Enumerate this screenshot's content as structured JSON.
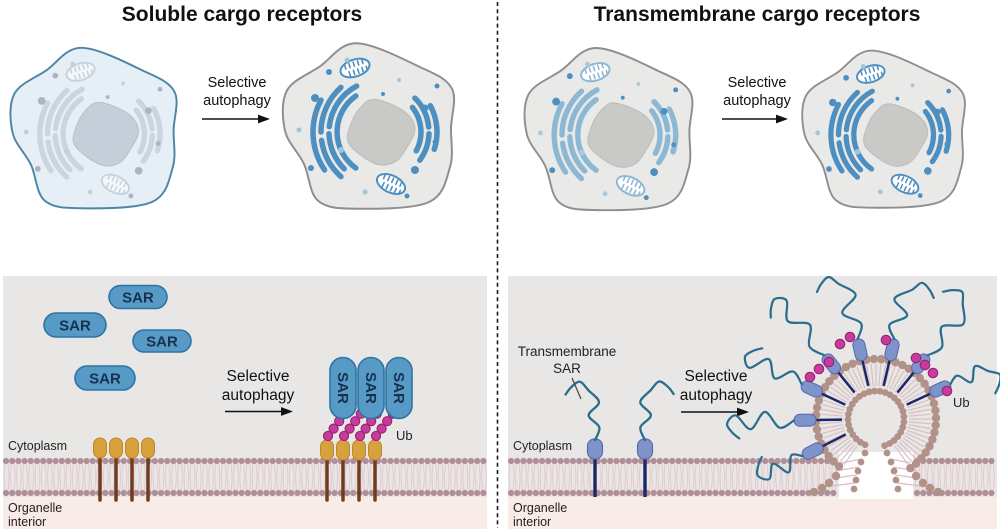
{
  "figure": {
    "left_panel_title": "Soluble cargo receptors",
    "right_panel_title": "Transmembrane cargo receptors"
  },
  "arrow_label": {
    "line1": "Selective",
    "line2": "autophagy"
  },
  "labels": {
    "sar": "SAR",
    "ub": "Ub",
    "cytoplasm": "Cytoplasm",
    "organelle_line1": "Organelle",
    "organelle_line2": "interior",
    "tm_line1": "Transmembrane",
    "tm_line2": "SAR"
  },
  "colors": {
    "cytoplasm_bg": "#e8e7e5",
    "organelle_bg": "#f9ece8",
    "sar_fill": "#579ac6",
    "sar_stroke": "#2e74a3",
    "sar_text": "#16324f",
    "ub_pink": "#c93a9c",
    "ub_stroke": "#8f2170",
    "receptor_orange": "#d7a13c",
    "receptor_stroke": "#bb862b",
    "receptor_stem": "#6f3d1d",
    "anchor_purple": "#7f93cb",
    "anchor_stroke": "#5a6eae",
    "navy": "#1a276b",
    "squiggle_teal": "#2a6d8e",
    "lipid_head": "#b18f98",
    "lipid_tail": "#e3c9cf",
    "bud_head": "#b29288",
    "bud_tail": "#d9bfc4",
    "cell_blue_fill": "#e6eff6",
    "cell_blue_stroke": "#4d85a6",
    "cell_gray_fill": "#e9e9e8",
    "cell_gray_stroke": "#8f8f8f",
    "nucleus_gray": "#c9c9c8",
    "nucleus_blue": "#c5cfd9",
    "organelle_blue": "#4d8fc0",
    "organelle_light_blue": "#8cb8d4",
    "faint_organelle": "#ccd4dc",
    "faint_mito": "#c6d3df",
    "dot_gray": "#a9b5c0"
  }
}
